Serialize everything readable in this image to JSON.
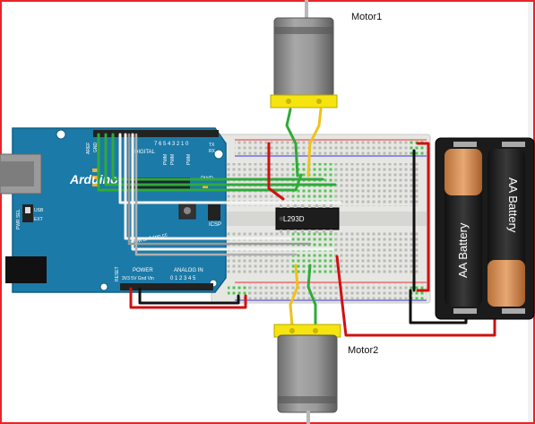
{
  "labels": {
    "motor1": "Motor1",
    "motor2": "Motor2",
    "chip": "L293D",
    "battery_label": "AA Battery",
    "arduino_logo": "Arduino",
    "arduino_url": "www.arduino.cc",
    "digital": "DIGITAL",
    "pwm": "PWM",
    "aref": "AREF",
    "gnd": "GND",
    "pwr": "PWR",
    "icsp": "ICSP",
    "reset": "RESET",
    "power": "POWER",
    "analog_in": "ANALOG IN",
    "power_pins": "3V3 5V Gnd Vin",
    "analog_pins": "0 1 2 3 4 5",
    "pwr_sel": "PWR SEL",
    "usb": "USB",
    "ext": "EXT",
    "tx": "TX",
    "rx": "RX",
    "digital_pins": "7 6 5 4 3 2 1 0"
  },
  "colors": {
    "frame": "#e8242a",
    "arduino_board": "#1c7aa8",
    "breadboard": "#e6e6e2",
    "motor_body": "#8c8c8c",
    "motor_mount": "#f5e410",
    "wire_green": "#2faa3a",
    "wire_red": "#d01010",
    "wire_black": "#111111",
    "wire_white": "#f4f4f4",
    "wire_yellow": "#f2c018",
    "wire_gray": "#9a9a9a",
    "battery_body": "#1a1a1a",
    "battery_cap": "#d9935a"
  }
}
